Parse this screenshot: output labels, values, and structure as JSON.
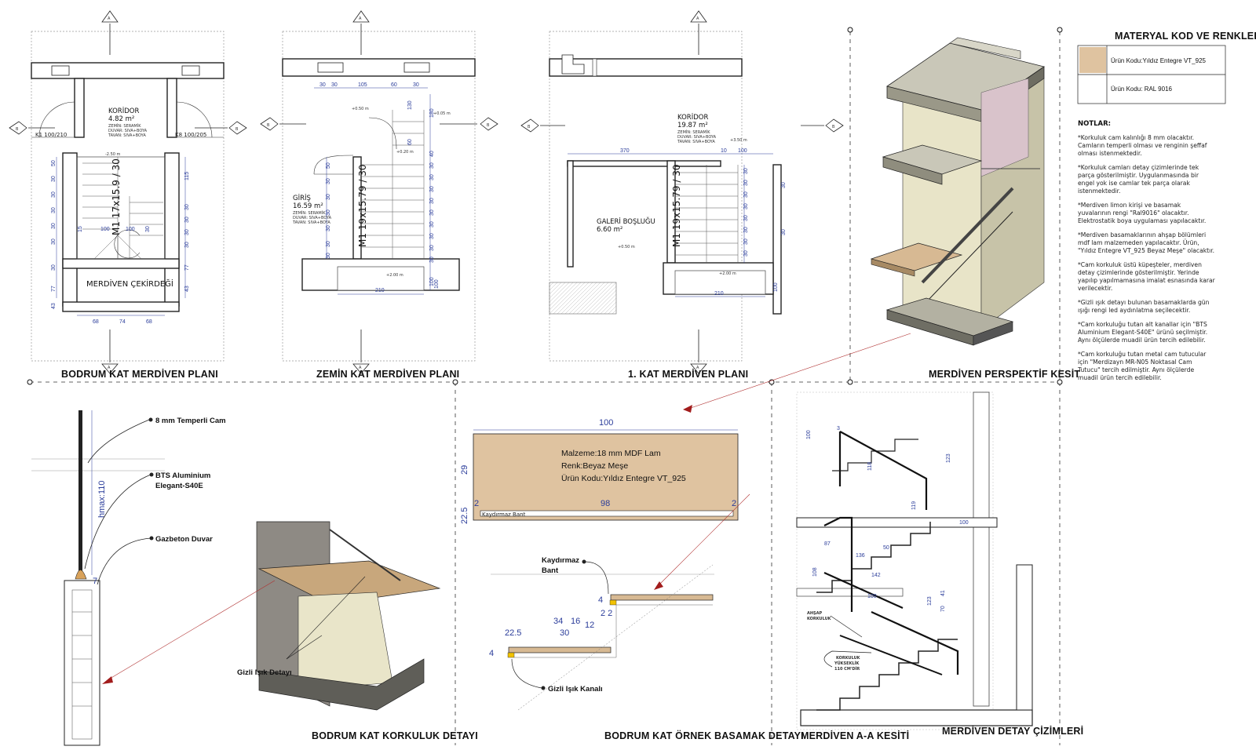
{
  "titles": {
    "plan_basement": "BODRUM KAT MERDİVEN PLANI",
    "plan_ground": "ZEMİN KAT MERDİVEN PLANI",
    "plan_first": "1. KAT MERDİVEN PLANI",
    "perspective": "MERDİVEN PERSPEKTİF KESİT",
    "railing_detail": "BODRUM KAT KORKULUK DETAYI",
    "step_detail": "BODRUM KAT ÖRNEK BASAMAK DETAYI",
    "section_aa": "MERDİVEN A-A KESİTİ",
    "detail_drawings": "MERDİVEN DETAY ÇİZİMLERİ"
  },
  "section_marks": {
    "a": "A",
    "b": "B"
  },
  "plan_basement": {
    "room": "KORİDOR",
    "area": "4.82 m²",
    "finish1": "ZEMİN: SERAMİK",
    "finish2": "DUVAR: SIVA+BOYA",
    "finish3": "TAVAN: SIVA+BOYA",
    "door_left": "K1 100/210",
    "door_right": "K8 100/205",
    "level": "-2.50 m",
    "stair_label": "M1 17x15.9 / 30",
    "core_label": "MERDİVEN ÇEKİRDEĞİ",
    "dims_bottom": [
      "68",
      "74",
      "68"
    ],
    "dims_left": [
      "50",
      "30",
      "30",
      "30",
      "30",
      "30",
      "15",
      "30",
      "77",
      "43"
    ],
    "dims_right": [
      "115",
      "30",
      "30",
      "30",
      "30",
      "30",
      "77",
      "43"
    ],
    "dim_mid": "100",
    "dim_mid2": "100"
  },
  "plan_ground": {
    "room": "GİRİŞ",
    "area": "16.59 m²",
    "finish1": "ZEMİN: SERAMİK",
    "finish2": "DUVAR: SIVA+BOYA",
    "finish3": "TAVAN: SIVA+BOYA",
    "level1": "+0.50 m",
    "level2": "+0.20 m",
    "level3": "+0.05 m",
    "level4": "+2.00 m",
    "stair_label": "M1 19x15.79 / 30",
    "dims_top": [
      "30",
      "30",
      "105",
      "60",
      "30"
    ],
    "dims_left": [
      "50",
      "30",
      "30",
      "30",
      "30",
      "30",
      "30"
    ],
    "dims_right": [
      "180",
      "40",
      "30",
      "30",
      "30",
      "30",
      "30",
      "30",
      "30",
      "30",
      "30",
      "100"
    ],
    "dim_mid1": "130",
    "dim_mid2": "60",
    "dim_bottom": "210",
    "dim_side": "100"
  },
  "plan_first": {
    "room": "KORİDOR",
    "area": "19.87 m²",
    "finish1": "ZEMİN: SERAMİK",
    "finish2": "DUVAR: SIVA+BOYA",
    "finish3": "TAVAN: SIVA+BOYA",
    "gallery": "GALERİ BOŞLUĞU",
    "gallery_area": "6.60 m²",
    "level1": "+3.50 m",
    "level2": "+0.50 m",
    "level3": "+2.00 m",
    "stair_label": "M1 19x15.79 / 30",
    "dims_top": [
      "370",
      "10",
      "100"
    ],
    "dims_right": [
      "30",
      "30",
      "30",
      "30",
      "30",
      "30",
      "30",
      "30",
      "30",
      "30"
    ],
    "dim_bottom": "210",
    "dim_side": "100"
  },
  "railing": {
    "glass": "8 mm Temperli Cam",
    "channel1": "BTS Aluminium",
    "channel2": "Elegant-S40E",
    "wall": "Gazbeton Duvar",
    "hmax": "hmax:110",
    "dim7": "7",
    "hidden_light": "Gizli Işık Detayı"
  },
  "step": {
    "width": "100",
    "material": "Malzeme:18 mm MDF Lam",
    "color": "Renk:Beyaz Meşe",
    "code": "Ürün Kodu:Yıldız Entegre VT_925",
    "d29": "29",
    "d2a": "2",
    "d98": "98",
    "d2b": "2",
    "d225": "22.5",
    "band": "Kaydırmaz Bant",
    "anti_slip1": "Kaydırmaz",
    "anti_slip2": "Bant",
    "s4": "4",
    "s22": "2 2",
    "s34": "34",
    "s16": "16",
    "s12": "12",
    "s30": "30",
    "s225": "22.5",
    "s4b": "4",
    "hidden_channel": "Gizli Işık Kanalı"
  },
  "section": {
    "wood_rail1": "AHŞAP",
    "wood_rail2": "KORKULUK",
    "rail_h1": "KORKULUK",
    "rail_h2": "YÜKSEKLİK",
    "rail_h3": "110 CM'DİR",
    "d100a": "100",
    "d123a": "123",
    "d118": "118",
    "d119": "119",
    "d100b": "100",
    "d87": "87",
    "d136": "136",
    "d50": "50",
    "d142": "142",
    "d108": "108",
    "d100c": "100",
    "d123b": "123",
    "d41": "41",
    "d70": "70",
    "d3": "3"
  },
  "materials": {
    "heading": "MATERYAL KOD VE RENKLERİ",
    "items": [
      {
        "label": "Ürün Kodu:Yıldız Entegre VT_925",
        "swatch": "#dfc3a0"
      },
      {
        "label": "Ürün Kodu: RAL 9016",
        "swatch": "#ffffff"
      }
    ]
  },
  "notes": {
    "heading": "NOTLAR:",
    "items": [
      [
        "*Korkuluk cam kalınlığı 8 mm olacaktır.",
        "Camların temperli olması ve renginin şeffaf",
        "olması istenmektedir."
      ],
      [
        "*Korkuluk camları detay çizimlerinde tek",
        "parça gösterilmiştir. Uygulanmasında bir",
        "engel yok ise camlar tek parça olarak",
        "istenmektedir."
      ],
      [
        "*Merdiven limon kirişi ve basamak",
        "yuvalarının rengi \"Ral9016\" olacaktır.",
        "Elektrostatik boya uygulaması yapılacaktır."
      ],
      [
        "*Merdiven basamaklarının ahşap bölümleri",
        "mdf lam malzemeden yapılacaktır. Ürün,",
        "\"Yıldız Entegre VT_925 Beyaz Meşe\" olacaktır."
      ],
      [
        "*Cam korkuluk üstü küpeşteler, merdiven",
        "detay çizimlerinde gösterilmiştir. Yerinde",
        "yapılıp yapılmamasına imalat esnasında karar",
        "verilecektir."
      ],
      [
        "*Gizli ışık detayı bulunan basamaklarda gün",
        "ışığı rengi led aydınlatma seçilecektir."
      ],
      [
        "*Cam korkuluğu tutan alt kanallar için \"BTS",
        "Aluminium Elegant-S40E\" ürünü seçilmiştir.",
        "Aynı ölçülerde muadil ürün tercih edilebilir."
      ],
      [
        "*Cam korkuluğu tutan metal cam tutucular",
        "için \"Merdizayn MR-N05 Noktasal Cam",
        "Tutucu\" tercih edilmiştir. Aynı ölçülerde",
        "muadil ürün tercih edilebilir."
      ]
    ]
  },
  "colors": {
    "dim_blue": "#2a3c9a",
    "wood": "#dfc3a0",
    "wall_beige": "#e8e4c8",
    "concrete": "#8a8a82",
    "arrow_red": "#a21c1c"
  }
}
